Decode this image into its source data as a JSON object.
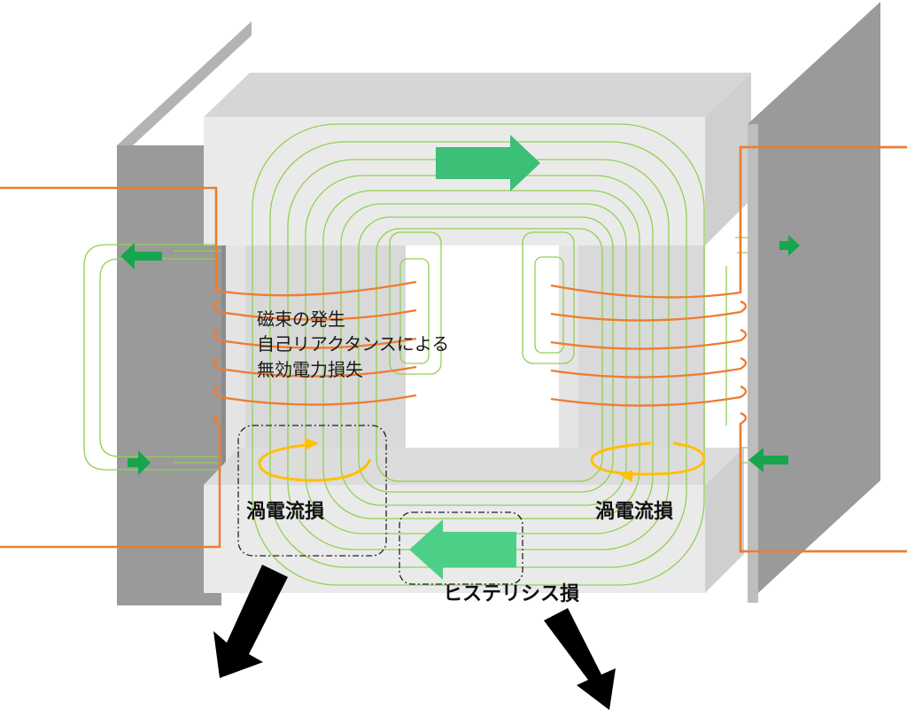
{
  "annotation": {
    "lines": [
      "磁束の発生",
      "自己リアクタンスによる",
      "無効電力損失"
    ]
  },
  "losses": {
    "eddy_left": "渦電流損",
    "eddy_right": "渦電流損",
    "hysteresis": "ヒステリシス損"
  },
  "colors": {
    "flux_line": "#92d050",
    "flux_arrow": "#3cbf76",
    "coil": "#ed7d31",
    "eddy_loop": "#ffc000",
    "plate": "#999999",
    "core": "#eaeaea"
  },
  "icons": {
    "flux_direction": "arrow-icon",
    "loss_output": "arrow-icon"
  }
}
